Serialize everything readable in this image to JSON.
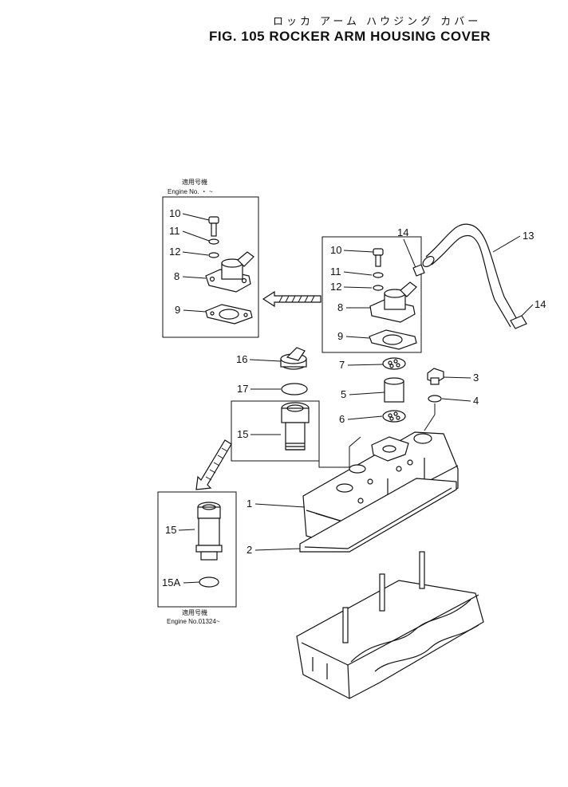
{
  "title": {
    "jp": "ロッカ アーム ハウジング カバー",
    "en": "FIG. 105  ROCKER ARM HOUSING COVER"
  },
  "notes": {
    "top_jp": "適用号機",
    "top_en": "Engine No.  ・  ~",
    "bottom_jp": "適用号機",
    "bottom_en": "Engine No.01324~"
  },
  "labels": {
    "tl10": "10",
    "tl11": "11",
    "tl12": "12",
    "tl8": "8",
    "tl9": "9",
    "tr10": "10",
    "tr11": "11",
    "tr12": "12",
    "tr8": "8",
    "tr9": "9",
    "p14a": "14",
    "p13": "13",
    "p14b": "14",
    "p16": "16",
    "p7": "7",
    "p3": "3",
    "p17": "17",
    "p5": "5",
    "p4": "4",
    "p6": "6",
    "p15a": "15",
    "p1": "1",
    "p2": "2",
    "p15b": "15",
    "p15A": "15A"
  }
}
